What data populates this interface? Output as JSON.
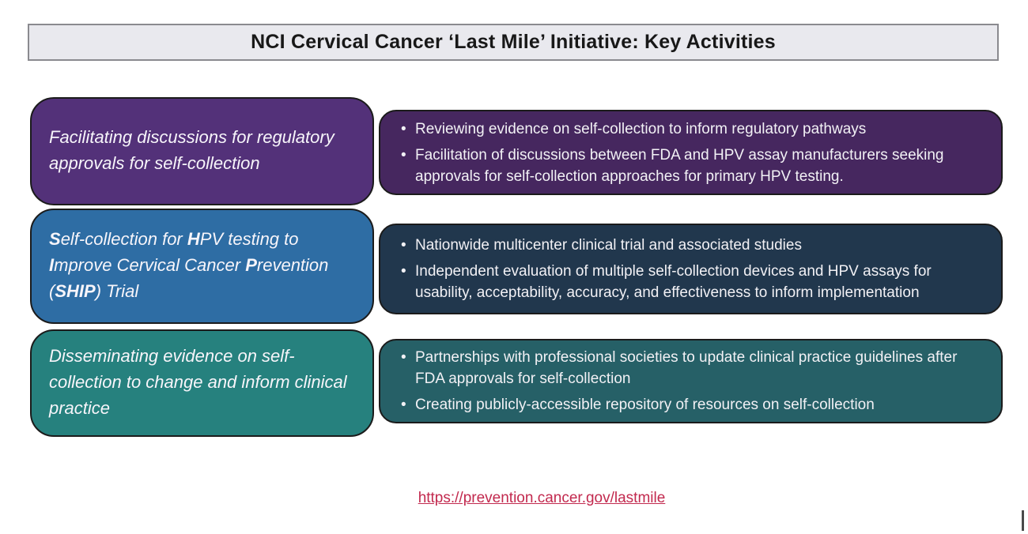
{
  "header": {
    "title": "NCI Cervical Cancer ‘Last Mile’ Initiative: Key Activities"
  },
  "rows": [
    {
      "left": {
        "text": "Facilitating discussions for regulatory approvals for self-collection",
        "bg": "#533179"
      },
      "right": {
        "bg": "#46275f",
        "bullets": [
          "Reviewing evidence on self-collection to inform regulatory pathways",
          "Facilitation of discussions between FDA and HPV assay manufacturers seeking approvals for self-collection approaches for primary HPV testing."
        ]
      }
    },
    {
      "left": {
        "bg": "#2e6da4",
        "segments": [
          {
            "text": "S",
            "bold": true
          },
          {
            "text": "elf-collection for ",
            "bold": false
          },
          {
            "text": "H",
            "bold": true
          },
          {
            "text": "PV testing to ",
            "bold": false
          },
          {
            "text": "I",
            "bold": true
          },
          {
            "text": "mprove Cervical Cancer ",
            "bold": false
          },
          {
            "text": "P",
            "bold": true
          },
          {
            "text": "revention (",
            "bold": false
          },
          {
            "text": "SHIP",
            "bold": true
          },
          {
            "text": ") Trial",
            "bold": false
          }
        ]
      },
      "right": {
        "bg": "#21374d",
        "bullets": [
          "Nationwide multicenter clinical trial and associated studies",
          "Independent evaluation of multiple self-collection devices and HPV assays for usability, acceptability, accuracy, and effectiveness to inform implementation"
        ]
      }
    },
    {
      "left": {
        "text": "Disseminating evidence on self-collection to change and inform clinical practice",
        "bg": "#26817e"
      },
      "right": {
        "bg": "#266067",
        "bullets": [
          "Partnerships with professional societies to update clinical practice guidelines after FDA approvals for self-collection",
          "Creating publicly-accessible repository of resources on self-collection"
        ]
      }
    }
  ],
  "footer": {
    "link_text": "https://prevention.cancer.gov/lastmile"
  },
  "glyphs": {
    "bullet": "•"
  },
  "colors": {
    "header_bg": "#e9e9ee",
    "header_border": "#8a8a8f",
    "box_border": "#1b1b1b",
    "link": "#c2294e",
    "light_text": "#f7f5fa"
  }
}
